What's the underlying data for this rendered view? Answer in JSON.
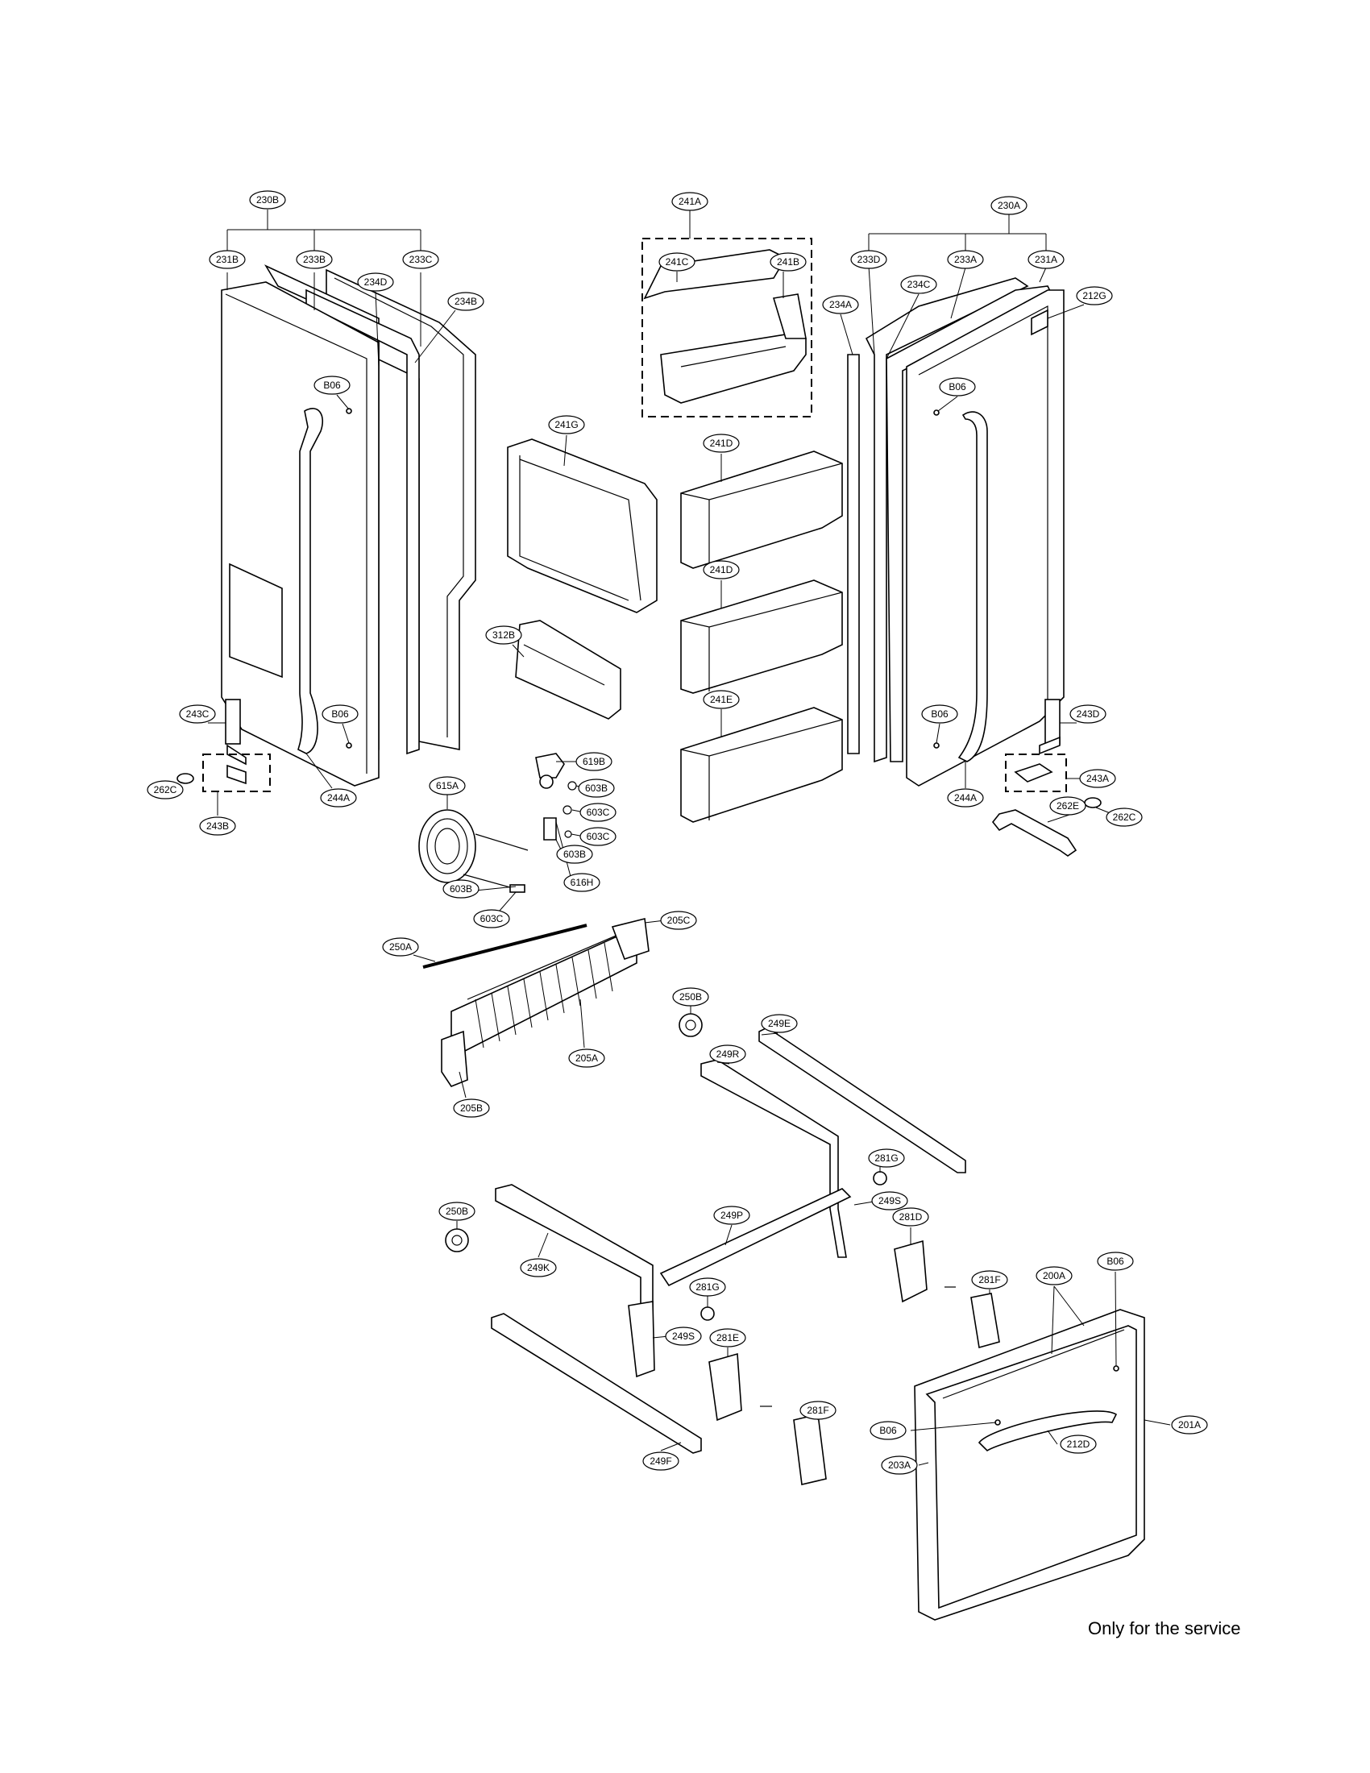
{
  "footer_note": "Only for the service",
  "labels": [
    "230B",
    "231B",
    "233B",
    "233C",
    "234D",
    "234B",
    "241A",
    "241C",
    "241B",
    "230A",
    "233D",
    "233A",
    "231A",
    "234A",
    "234C",
    "212G",
    "B06",
    "241G",
    "241D",
    "312B",
    "241E",
    "243C",
    "262C",
    "243B",
    "244A",
    "619B",
    "603B",
    "603C",
    "615A",
    "616H",
    "243D",
    "243A",
    "262E",
    "250A",
    "205C",
    "205A",
    "205B",
    "250B",
    "249E",
    "249R",
    "281G",
    "249S",
    "281D",
    "249P",
    "249K",
    "281F",
    "200A",
    "281E",
    "201A",
    "212D",
    "203A",
    "249F"
  ]
}
